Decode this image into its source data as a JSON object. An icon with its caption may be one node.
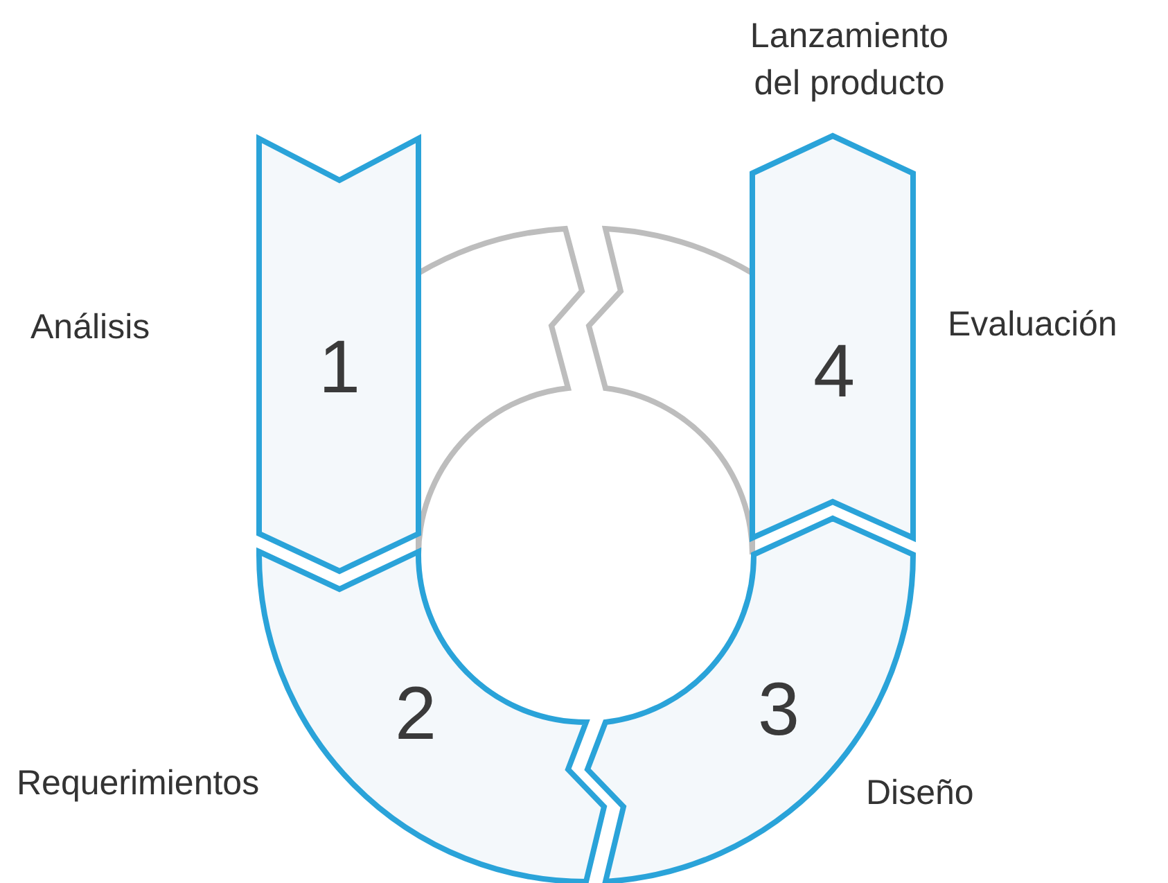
{
  "diagram": {
    "nodes": [
      {
        "text": [
          "1"
        ],
        "beside": [
          "Análisis"
        ]
      },
      {
        "text": [
          "2"
        ],
        "beside": [
          "Requerimientos"
        ]
      },
      {
        "text": [
          "3"
        ],
        "beside": [
          "Diseño"
        ]
      },
      {
        "text": [
          "4"
        ],
        "beside": [
          "Evaluación"
        ]
      },
      {
        "text": [],
        "shape": "arc"
      },
      {
        "text": [],
        "shape": "arc"
      }
    ],
    "labels": [
      "Lanzamiento del producto"
    ]
  }
}
